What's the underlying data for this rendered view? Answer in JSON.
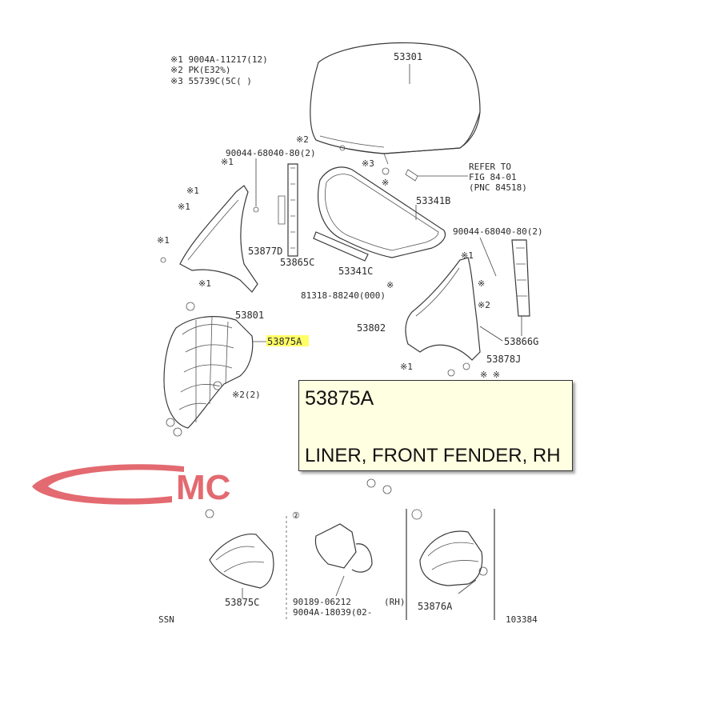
{
  "notes": [
    "※1 9004A-11217(12)",
    "※2 PK(E32%)",
    "※3 55739C(5C(    )"
  ],
  "labels": {
    "hood": "53301",
    "bolt_top": "90044-68040-80(2)",
    "bolt_right": "90044-68040-80(2)",
    "seal_top": "53341B",
    "seal_bottom": "53341C",
    "clip_right_1": "REFER TO",
    "clip_right_2": "FIG 84-01",
    "clip_right_3": "(PNC 84518)",
    "mud_guard_left": "53877D",
    "seal_left": "53865C",
    "clip_bottom": "81318-88240(000)",
    "fender_left": "53801",
    "liner_rh": "53875A",
    "fender_right": "53802",
    "seal_right": "53866G",
    "mud_guard_right": "53878J",
    "inset_1_part": "53875C",
    "inset_2_part_a": "90189-06212",
    "inset_2_part_b": "9004A-18039(02-",
    "inset_3_part": "53876A",
    "footer_left": "SSN",
    "footer_right": "103384",
    "inset_2_side": "(RH)",
    "callout_x2": "※2(2)"
  },
  "tooltip": {
    "code": "53875A",
    "description": "LINER, FRONT FENDER, RH"
  },
  "watermark": {
    "text": "MC",
    "color": "#e36a70"
  }
}
